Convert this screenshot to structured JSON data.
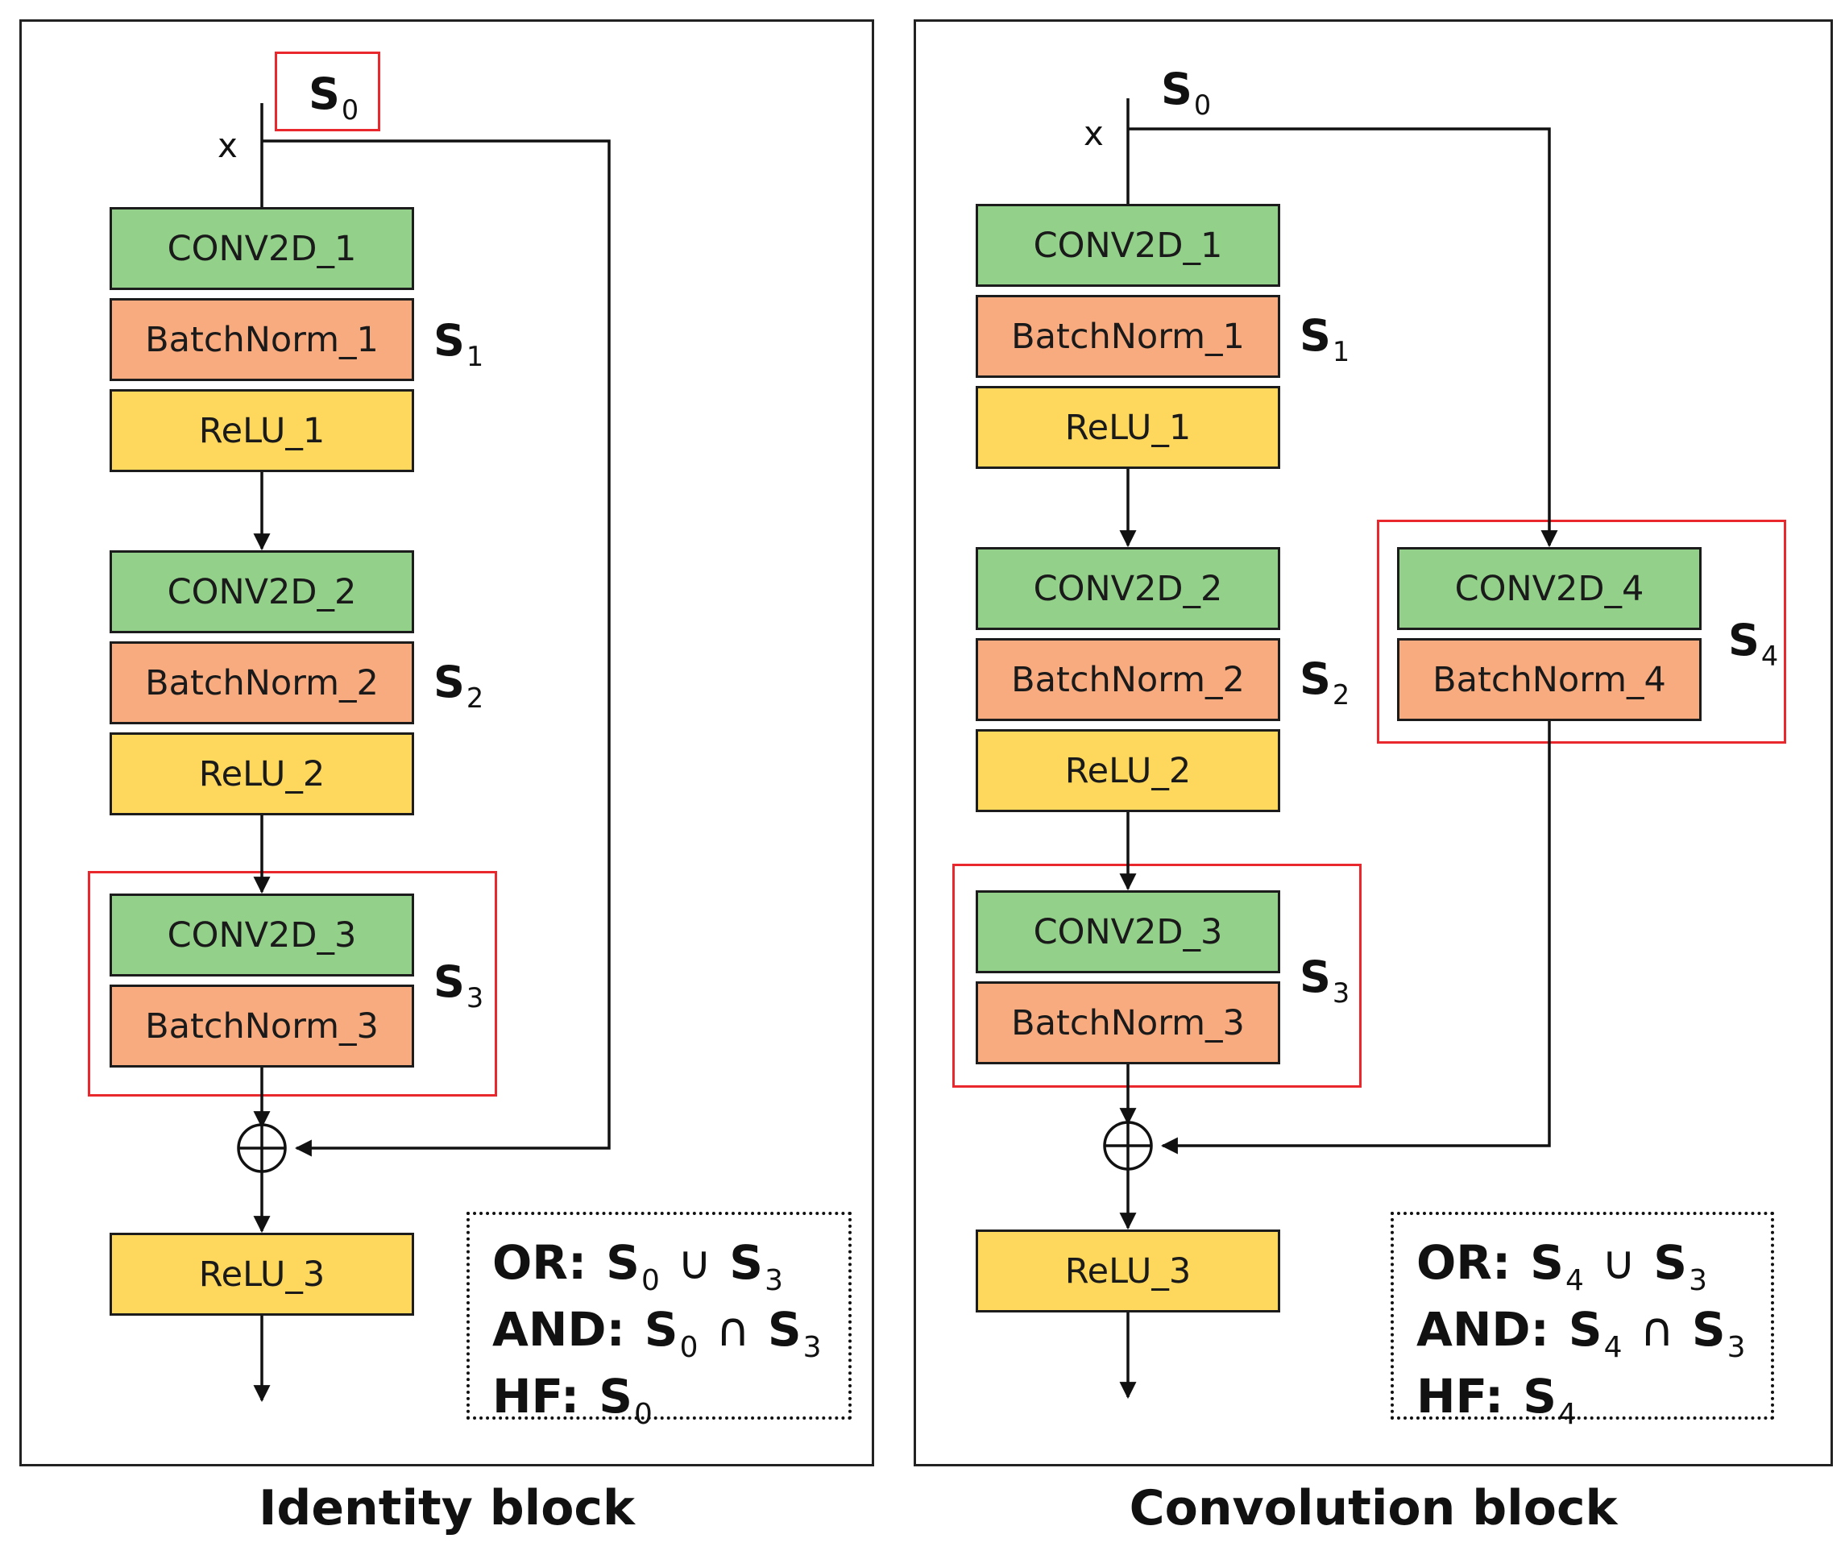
{
  "left": {
    "title": "Identity block",
    "x_label": "x",
    "s0": {
      "letter": "S",
      "sub": "0"
    },
    "boxes": [
      "CONV2D_1",
      "BatchNorm_1",
      "ReLU_1",
      "CONV2D_2",
      "BatchNorm_2",
      "ReLU_2",
      "CONV2D_3",
      "BatchNorm_3",
      "ReLU_3"
    ],
    "s_labels": [
      {
        "letter": "S",
        "sub": "1"
      },
      {
        "letter": "S",
        "sub": "2"
      },
      {
        "letter": "S",
        "sub": "3"
      }
    ],
    "legend": {
      "or_key": "OR:",
      "or_a": "S",
      "or_a_sub": "0",
      "or_op": "∪",
      "or_b": "S",
      "or_b_sub": "3",
      "and_key": "AND:",
      "and_a": "S",
      "and_a_sub": "0",
      "and_op": "∩",
      "and_b": "S",
      "and_b_sub": "3",
      "hf_key": "HF:",
      "hf_a": "S",
      "hf_a_sub": "0"
    }
  },
  "right": {
    "title": "Convolution block",
    "x_label": "x",
    "s0": {
      "letter": "S",
      "sub": "0"
    },
    "boxes": [
      "CONV2D_1",
      "BatchNorm_1",
      "ReLU_1",
      "CONV2D_2",
      "BatchNorm_2",
      "ReLU_2",
      "CONV2D_3",
      "BatchNorm_3",
      "ReLU_3",
      "CONV2D_4",
      "BatchNorm_4"
    ],
    "s_labels": [
      {
        "letter": "S",
        "sub": "1"
      },
      {
        "letter": "S",
        "sub": "2"
      },
      {
        "letter": "S",
        "sub": "3"
      },
      {
        "letter": "S",
        "sub": "4"
      }
    ],
    "legend": {
      "or_key": "OR:",
      "or_a": "S",
      "or_a_sub": "4",
      "or_op": "∪",
      "or_b": "S",
      "or_b_sub": "3",
      "and_key": "AND:",
      "and_a": "S",
      "and_a_sub": "4",
      "and_op": "∩",
      "and_b": "S",
      "and_b_sub": "3",
      "hf_key": "HF:",
      "hf_a": "S",
      "hf_a_sub": "4"
    }
  },
  "colors": {
    "conv": "#93d18a",
    "batchnorm": "#f8ab7f",
    "relu": "#fdd85d",
    "highlight": "#e8282d"
  }
}
